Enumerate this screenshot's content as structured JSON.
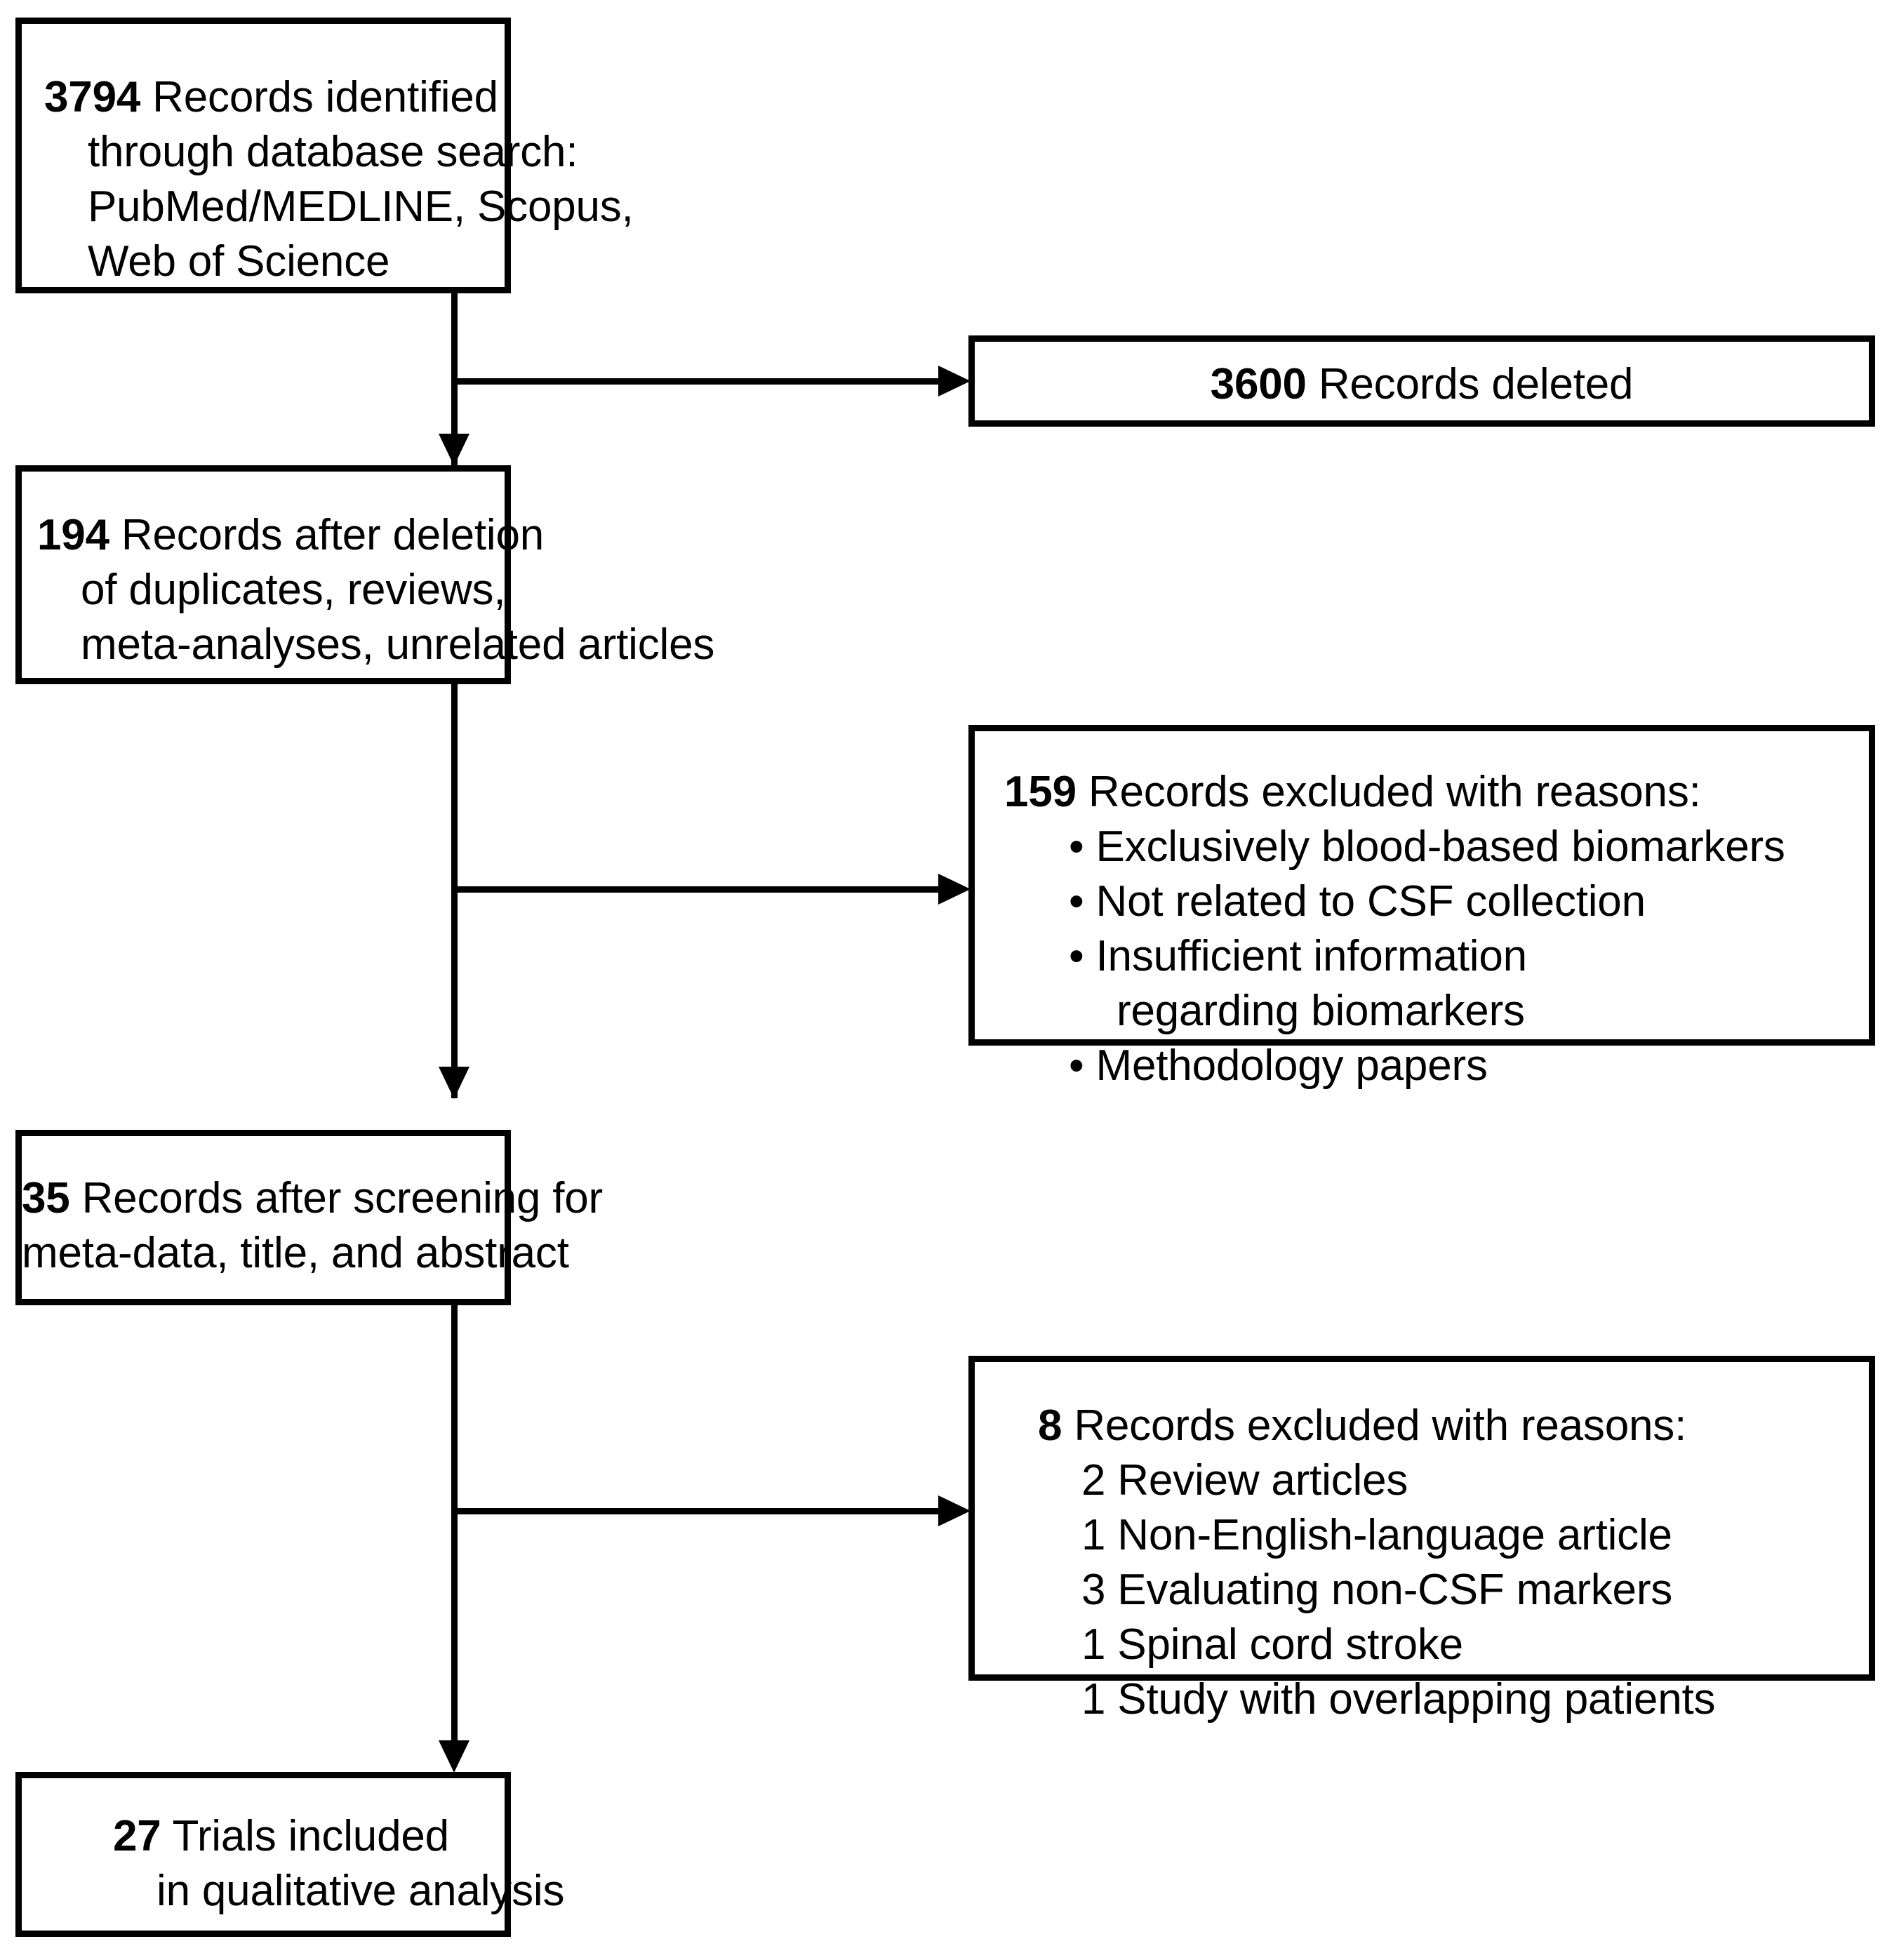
{
  "diagram": {
    "title": "PRISMA study selection flow diagram",
    "type": "flowchart",
    "stroke_color": "#000000",
    "background_color": "#ffffff",
    "boxes": [
      {
        "id": "identified",
        "count": "3794",
        "lines": [
          "Records identified",
          "through database search:",
          "PubMed/MEDLINE, Scopus,",
          "Web of Science"
        ]
      },
      {
        "id": "deleted",
        "count": "3600",
        "lines": [
          "Records deleted"
        ]
      },
      {
        "id": "after-deletion",
        "count": "194",
        "lines": [
          "Records after deletion",
          "of duplicates, reviews,",
          "meta-analyses, unrelated articles"
        ]
      },
      {
        "id": "excluded-159",
        "count": "159",
        "heading": "Records excluded with reasons:",
        "bullets": [
          "Exclusively blood-based biomarkers",
          "Not related to CSF collection",
          "Insufficient information",
          "regarding biomarkers",
          "Methodology papers"
        ]
      },
      {
        "id": "after-screening",
        "count": "35",
        "lines": [
          "Records after screening for",
          "meta-data, title, and abstract"
        ]
      },
      {
        "id": "excluded-8",
        "count": "8",
        "heading": "Records excluded with reasons:",
        "reasons": [
          {
            "n": "2",
            "text": "Review articles"
          },
          {
            "n": "1",
            "text": "Non-English-language article"
          },
          {
            "n": "3",
            "text": "Evaluating non-CSF markers"
          },
          {
            "n": "1",
            "text": "Spinal cord stroke"
          },
          {
            "n": "1",
            "text": "Study with overlapping patients"
          }
        ]
      },
      {
        "id": "included",
        "count": "27",
        "lines": [
          "Trials included",
          "in qualitative analysis"
        ]
      }
    ]
  },
  "b1": {
    "count": "3794",
    "l1": "Records identified",
    "l2": "through database search:",
    "l3": "PubMed/MEDLINE, Scopus,",
    "l4": "Web of Science"
  },
  "b2": {
    "count": "3600",
    "l1": "Records deleted"
  },
  "b3": {
    "count": "194",
    "l1": "Records after deletion",
    "l2": "of duplicates, reviews,",
    "l3": "meta-analyses, unrelated articles"
  },
  "b4": {
    "count": "159",
    "heading": "Records excluded with reasons:",
    "b1": "• Exclusively blood-based biomarkers",
    "b2": "• Not related to CSF collection",
    "b3": "• Insufficient information",
    "b3b": "regarding biomarkers",
    "b4": "• Methodology papers"
  },
  "b5": {
    "count": "35",
    "l1": "Records after screening for",
    "l2": "meta-data, title, and abstract"
  },
  "b6": {
    "count": "8",
    "heading": "Records excluded with reasons:",
    "r1": "2 Review articles",
    "r2": "1 Non-English-language article",
    "r3": "3 Evaluating non-CSF markers",
    "r4": "1 Spinal cord stroke",
    "r5": "1 Study with overlapping patients"
  },
  "b7": {
    "count": "27",
    "l1": "Trials included",
    "l2": "in qualitative analysis"
  }
}
